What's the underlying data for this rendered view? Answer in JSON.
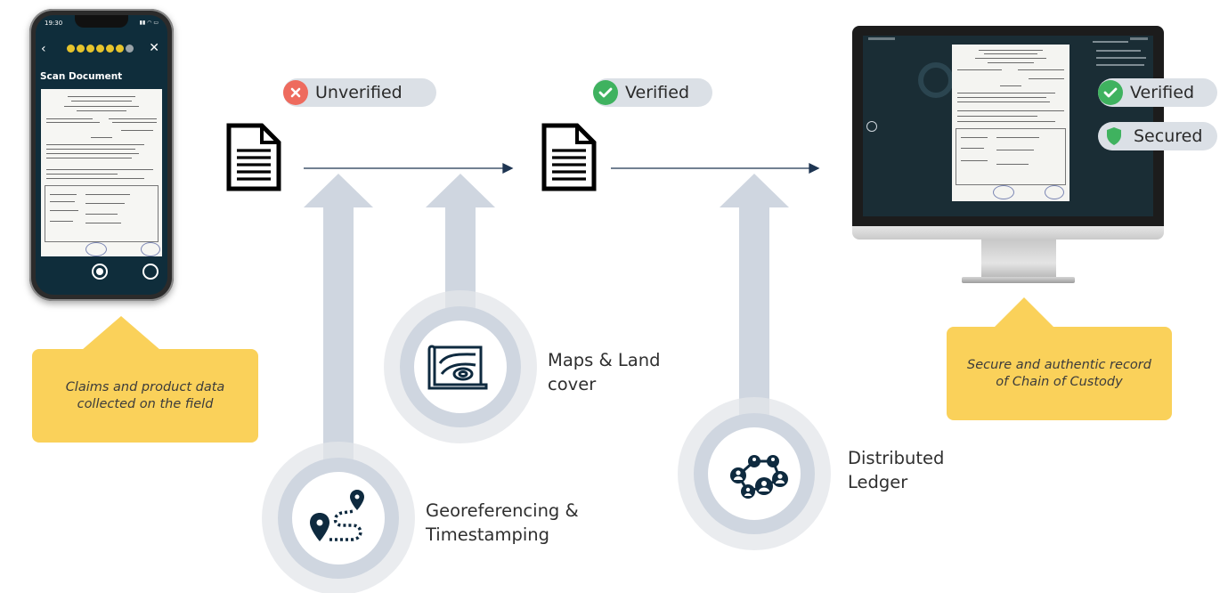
{
  "phone": {
    "status_time": "19:30",
    "screen_title": "Scan Document",
    "icons": [
      "back-arrow-icon",
      "close-icon",
      "capture-icon",
      "gallery-icon"
    ]
  },
  "stages": {
    "unverified_label": "Unverified",
    "verified_label": "Verified",
    "secured_label": "Secured"
  },
  "features": {
    "georeferencing": "Georeferencing & Timestamping",
    "maps": "Maps & Land cover",
    "ledger": "Distributed Ledger"
  },
  "callouts": {
    "field": "Claims and product data collected on the field",
    "record": "Secure and authentic record of Chain of Custody"
  },
  "colors": {
    "accent_yellow": "#fad15a",
    "pill_bg": "#dbe0e6",
    "unverified_red": "#ee6b5e",
    "verified_green": "#3fb25f",
    "arrow_gray": "#cfd6e0",
    "ring_gray": "#e3e6ea",
    "line_navy": "#1e3552"
  }
}
